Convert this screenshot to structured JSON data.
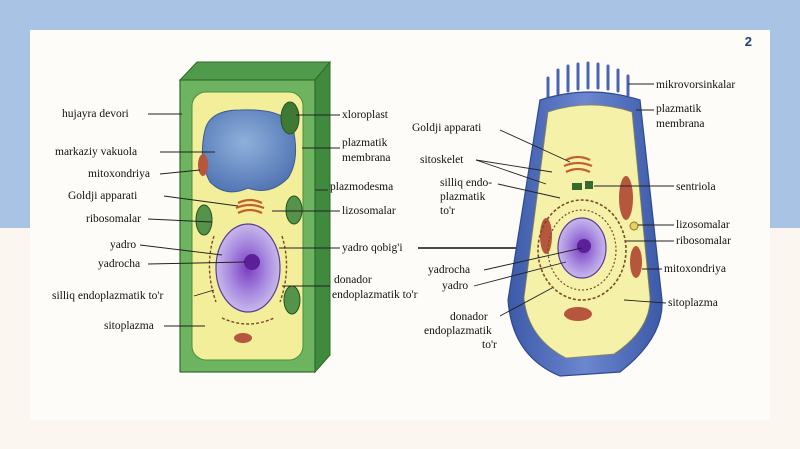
{
  "page_number": "2",
  "plant_cell": {
    "left_labels": [
      "hujayra devori",
      "markaziy vakuola",
      "mitoxondriya",
      "Goldji apparati",
      "ribosomalar",
      "yadro",
      "yadrocha",
      "silliq endoplazmatik to'r",
      "sitoplazma"
    ],
    "right_labels": {
      "xloroplast": "xloroplast",
      "plazmatik_membrana_1": "plazmatik",
      "plazmatik_membrana_2": "membrana",
      "plazmodesma": "plazmodesma",
      "lizosomalar": "lizosomalar",
      "yadro_qobigi": "yadro qobig'i",
      "donador_1": "donador",
      "donador_2": "endoplazmatik to'r"
    }
  },
  "animal_cell": {
    "labels": {
      "goldji": "Goldji apparati",
      "sitoskelet": "sitoskelet",
      "silliq_1": "silliq endo-",
      "silliq_2": "plazmatik",
      "silliq_3": "to'r",
      "yadrocha": "yadrocha",
      "yadro": "yadro",
      "donador_1": "donador",
      "donador_2": "endoplazmatik",
      "donador_3": "to'r",
      "mikrovorsinkalar": "mikrovorsinkalar",
      "plazmatik_1": "plazmatik",
      "plazmatik_2": "membrana",
      "sentriola": "sentriola",
      "lizosomalar": "lizosomalar",
      "ribosomalar": "ribosomalar",
      "mitoxondriya": "mitoxondriya",
      "sitoplazma": "sitoplazma"
    }
  }
}
